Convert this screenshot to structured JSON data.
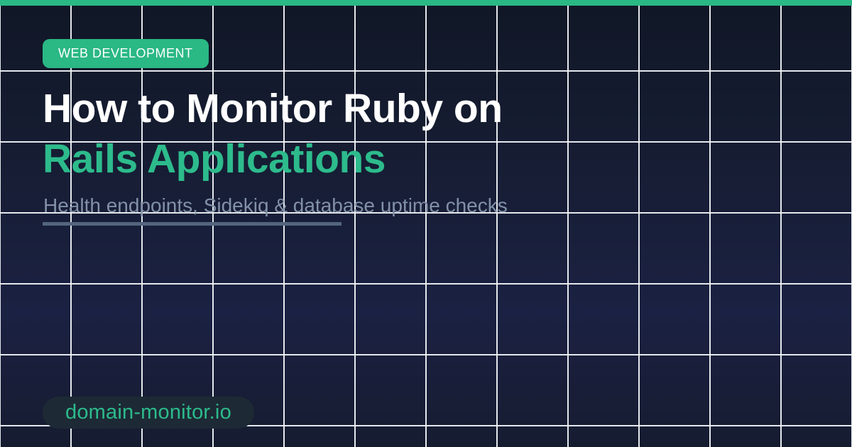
{
  "badge": {
    "label": "WEB DEVELOPMENT"
  },
  "title": {
    "line1": "How to Monitor Ruby on",
    "line2": "Rails Applications"
  },
  "subtitle": "Health endpoints, Sidekiq & database uptime checks",
  "footer": {
    "site": "domain-monitor.io"
  },
  "colors": {
    "accent": "#2ab884",
    "title_green": "#2dbb8c",
    "background": "#151c30",
    "subtitle": "#8290a8",
    "underline": "#53657e",
    "pill_bg": "#1d2a35"
  }
}
